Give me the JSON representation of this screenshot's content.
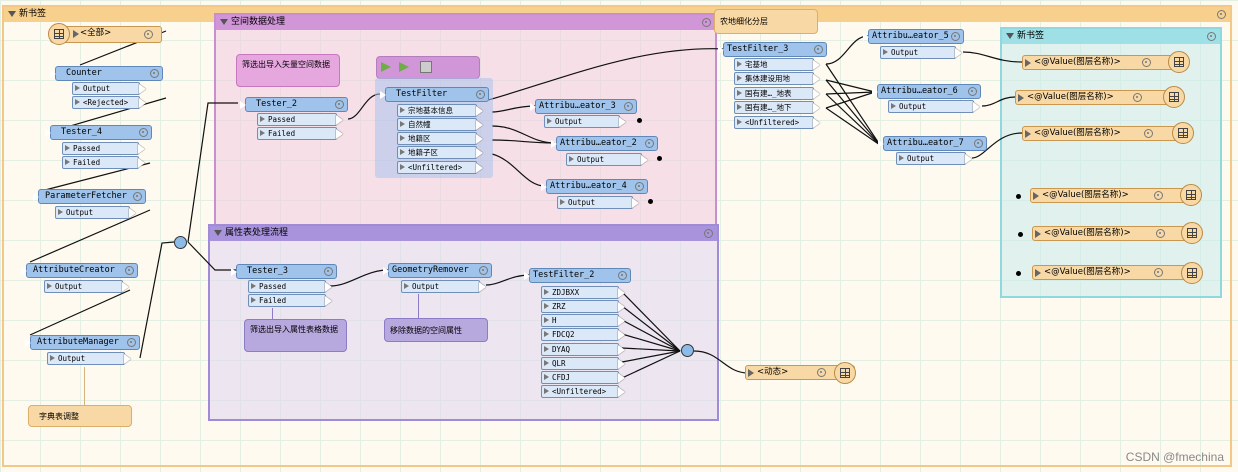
{
  "bookmarks": {
    "main": "新书签",
    "spatial": "空间数据处理",
    "attribute": "属性表处理流程",
    "right": "新书签"
  },
  "notes": {
    "spatial_note": "筛选出导入矢量空间数据",
    "tester3_note": "筛选出导入属性表格数据",
    "geomremove_note": "移除数据的空间属性",
    "dict_note": "字典表调整",
    "land_note": "农地细化分层"
  },
  "left": {
    "reader": "<全部>",
    "counter": "Counter",
    "counter_ports": [
      "Output",
      "<Rejected>"
    ],
    "tester4": "Tester_4",
    "tester4_ports": [
      "Passed",
      "Failed"
    ],
    "paramfetcher": "ParameterFetcher",
    "paramfetcher_ports": [
      "Output"
    ],
    "attrcreator": "AttributeCreator",
    "attrcreator_ports": [
      "Output"
    ],
    "attrmanager": "AttributeManager",
    "attrmanager_ports": [
      "Output"
    ]
  },
  "spatial": {
    "tester2": "Tester_2",
    "tester2_ports": [
      "Passed",
      "Failed"
    ],
    "testfilter": "TestFilter",
    "testfilter_ports": [
      "宗地基本信息",
      "自然幢",
      "地籍区",
      "地籍子区",
      "<Unfiltered>"
    ],
    "ac3": "Attribu…eator_3",
    "ac2": "Attribu…eator_2",
    "ac4": "Attribu…eator_4",
    "output": "Output"
  },
  "attribute": {
    "tester3": "Tester_3",
    "tester3_ports": [
      "Passed",
      "Failed"
    ],
    "geomremover": "GeometryRemover",
    "geomremover_ports": [
      "Output"
    ],
    "testfilter2": "TestFilter_2",
    "testfilter2_ports": [
      "ZDJBXX",
      "ZRZ",
      "H",
      "FDCQ2",
      "DYAQ",
      "QLR",
      "CFDJ",
      "<Unfiltered>"
    ],
    "writer": "<动态>"
  },
  "right": {
    "testfilter3": "TestFilter_3",
    "testfilter3_ports": [
      "宅基地",
      "集体建设用地",
      "国有建…_地表",
      "国有建…_地下",
      "<Unfiltered>"
    ],
    "ac5": "Attribu…eator_5",
    "ac6": "Attribu…eator_6",
    "ac7": "Attribu…eator_7",
    "output": "Output",
    "writer": "<@Value(图层名称)>"
  },
  "watermark": "CSDN @fmechina"
}
